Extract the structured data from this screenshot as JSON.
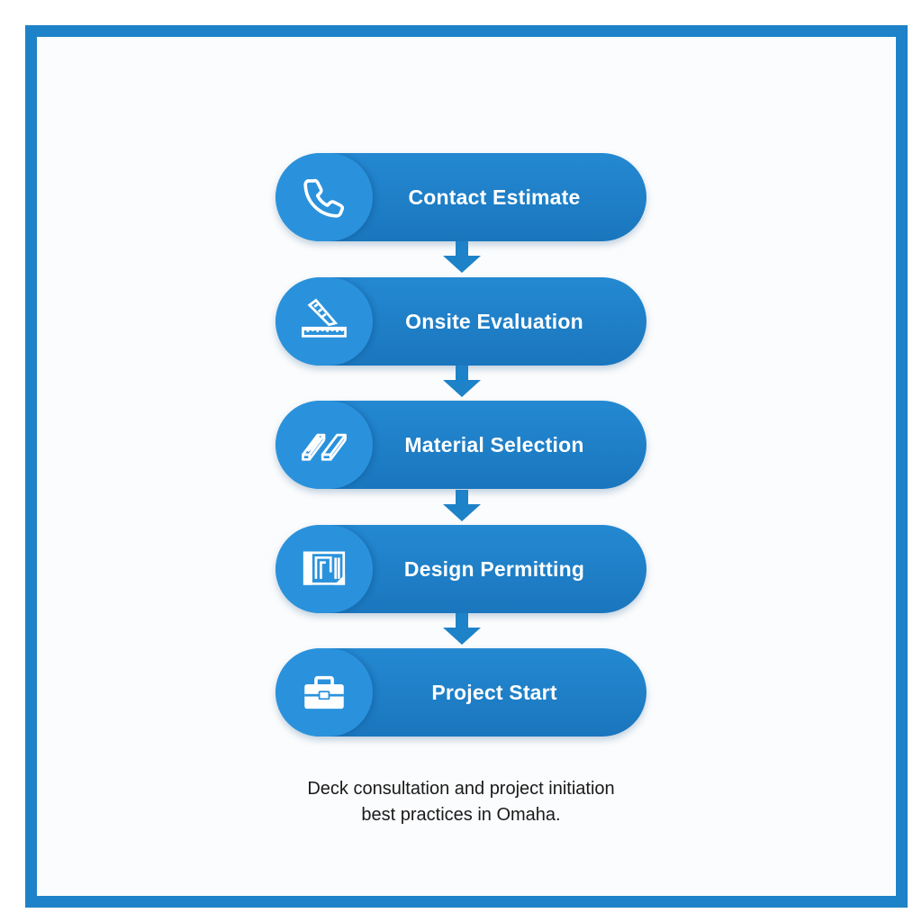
{
  "colors": {
    "frame": "#1e82c8",
    "step_fill": "#1f7fc6",
    "icon_circle": "#2a92dc",
    "arrow": "#1e82c8",
    "text_light": "#ffffff",
    "caption_text": "#1a1a1a"
  },
  "steps": [
    {
      "label": "Contact Estimate",
      "icon": "phone-icon"
    },
    {
      "label": "Onsite Evaluation",
      "icon": "ruler-measure-icon"
    },
    {
      "label": "Material Selection",
      "icon": "lumber-boards-icon"
    },
    {
      "label": "Design Permitting",
      "icon": "blueprint-plan-icon"
    },
    {
      "label": "Project Start",
      "icon": "toolbox-icon"
    }
  ],
  "caption": {
    "line1": "Deck consultation and project initiation",
    "line2": "best practices in Omaha."
  }
}
